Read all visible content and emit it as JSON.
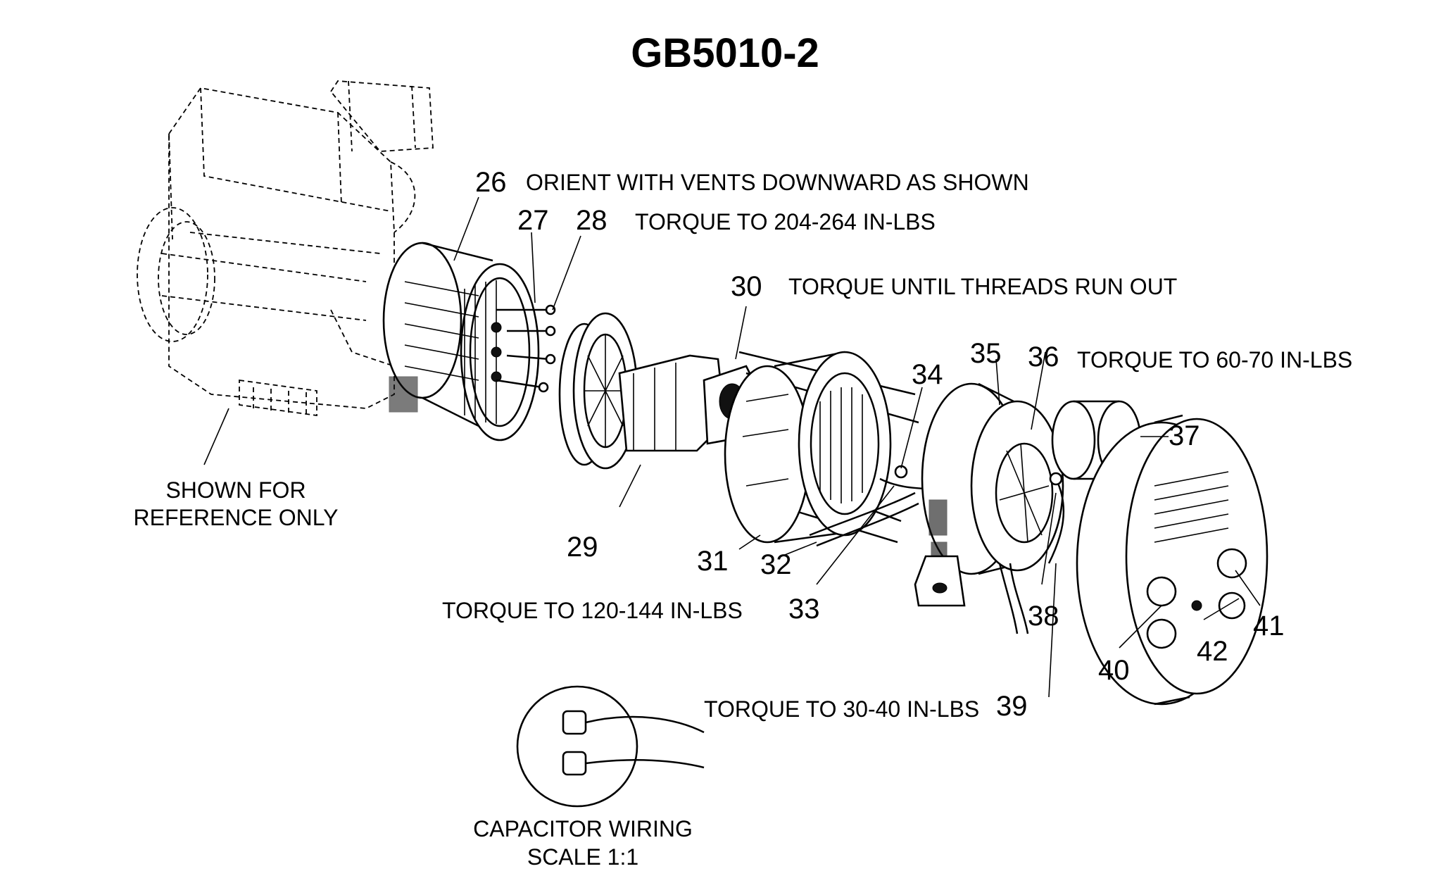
{
  "title": "GB5010-2",
  "callouts": {
    "c26": "26",
    "c27": "27",
    "c28": "28",
    "c29": "29",
    "c30": "30",
    "c31": "31",
    "c32": "32",
    "c33": "33",
    "c34": "34",
    "c35": "35",
    "c36": "36",
    "c37": "37",
    "c38": "38",
    "c39": "39",
    "c40": "40",
    "c41": "41",
    "c42": "42"
  },
  "notes": {
    "orient_vents": "ORIENT WITH VENTS DOWNWARD AS SHOWN",
    "torque_204_264": "TORQUE TO 204-264 IN-LBS",
    "torque_threads": "TORQUE UNTIL THREADS RUN OUT",
    "torque_60_70": "TORQUE TO 60-70 IN-LBS",
    "torque_120_144": "TORQUE TO 120-144 IN-LBS",
    "torque_30_40": "TORQUE TO 30-40 IN-LBS",
    "reference_line1": "SHOWN FOR",
    "reference_line2": "REFERENCE ONLY",
    "capacitor_line1": "CAPACITOR WIRING",
    "capacitor_line2": "SCALE 1:1"
  }
}
